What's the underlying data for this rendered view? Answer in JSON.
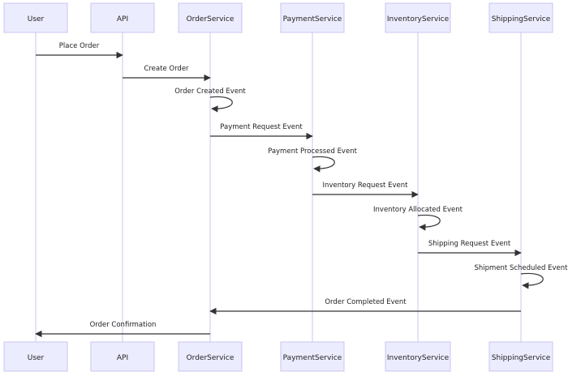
{
  "participants": [
    {
      "id": "user",
      "label": "User"
    },
    {
      "id": "api",
      "label": "API"
    },
    {
      "id": "order",
      "label": "OrderService"
    },
    {
      "id": "payment",
      "label": "PaymentService"
    },
    {
      "id": "inventory",
      "label": "InventoryService"
    },
    {
      "id": "shipping",
      "label": "ShippingService"
    }
  ],
  "messages": [
    {
      "from": "user",
      "to": "api",
      "label": "Place Order"
    },
    {
      "from": "api",
      "to": "order",
      "label": "Create Order"
    },
    {
      "from": "order",
      "to": "order",
      "label": "Order Created Event"
    },
    {
      "from": "order",
      "to": "payment",
      "label": "Payment Request Event"
    },
    {
      "from": "payment",
      "to": "payment",
      "label": "Payment Processed Event"
    },
    {
      "from": "payment",
      "to": "inventory",
      "label": "Inventory Request Event"
    },
    {
      "from": "inventory",
      "to": "inventory",
      "label": "Inventory Allocated Event"
    },
    {
      "from": "inventory",
      "to": "shipping",
      "label": "Shipping Request Event"
    },
    {
      "from": "shipping",
      "to": "shipping",
      "label": "Shipment Scheduled Event"
    },
    {
      "from": "shipping",
      "to": "order",
      "label": "Order Completed Event"
    },
    {
      "from": "order",
      "to": "user",
      "label": "Order Confirmation"
    }
  ],
  "colors": {
    "box_fill": "#ECECFF",
    "box_stroke": "#C8C4F0",
    "lifeline": "#D2D2EC",
    "arrow": "#333333",
    "text": "#222222"
  }
}
